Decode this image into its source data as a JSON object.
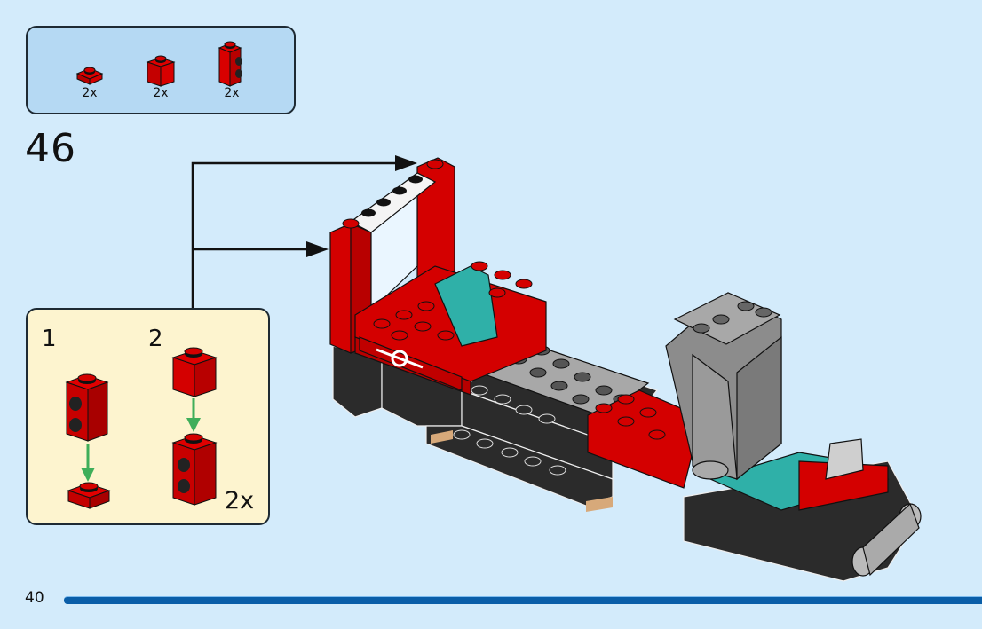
{
  "page": {
    "page_number": "40",
    "step_number": "46",
    "progress_bar_color": "#0a5ea8",
    "background_color": "#d3ebfb"
  },
  "parts_list": {
    "items": [
      {
        "part": "red 1x1 plate",
        "quantity": "2x",
        "color": "#d40000"
      },
      {
        "part": "red 1x1 brick",
        "quantity": "2x",
        "color": "#d40000"
      },
      {
        "part": "red 1x1x2 brick with studs on side",
        "quantity": "2x",
        "color": "#d40000"
      }
    ]
  },
  "sub_assembly": {
    "steps": [
      {
        "label": "1",
        "description": "Attach 1x1x2 side-stud brick onto 1x1 plate"
      },
      {
        "label": "2",
        "description": "Attach 1x1 brick on top of side-stud brick"
      }
    ],
    "multiplier": "2x",
    "arrow_color": "#3fae5a"
  },
  "model": {
    "description": "Train locomotive assembly with red cab, teal seat, dark grey chassis and grey engine"
  }
}
